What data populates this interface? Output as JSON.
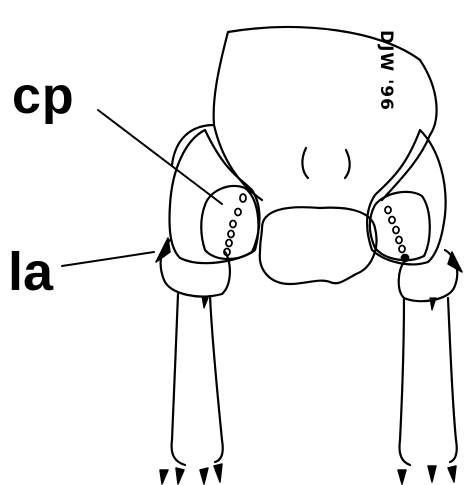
{
  "labels": {
    "cp": "cp",
    "la": "la"
  },
  "signature": "DJW '96",
  "colors": {
    "ink": "#000000",
    "paper": "#ffffff"
  }
}
